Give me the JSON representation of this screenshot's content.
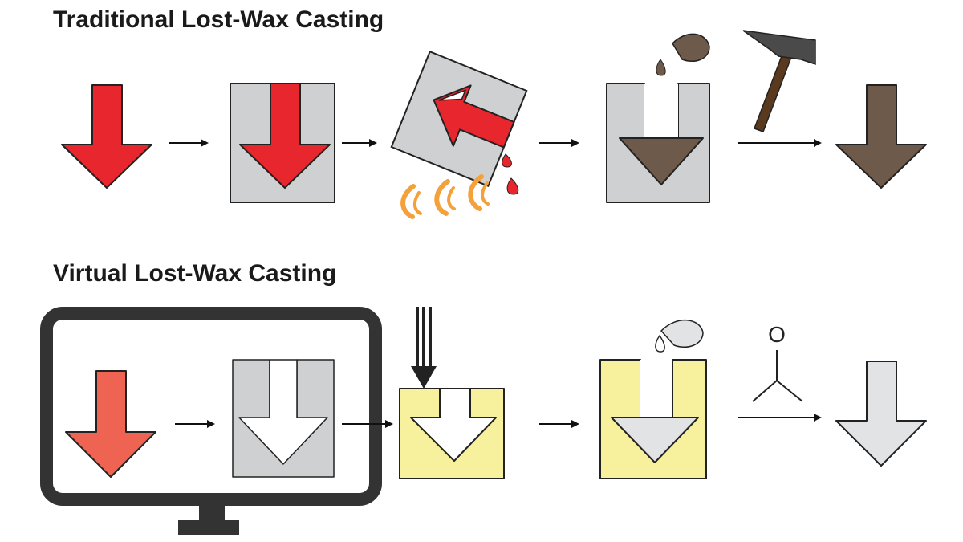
{
  "sections": {
    "traditional": {
      "title": "Traditional Lost-Wax Casting"
    },
    "virtual": {
      "title": "Virtual Lost-Wax Casting"
    }
  },
  "chemistry": {
    "carbonyl_atom": "O"
  },
  "colors": {
    "wax_red": "#e8262d",
    "virtual_wax": "#ee6352",
    "mold_gray": "#cfd0d2",
    "metal_brown": "#6e5a4a",
    "resin_yellow": "#f7f09c",
    "product_gray": "#e2e3e5",
    "flame_orange": "#f4a13b",
    "monitor_dark": "#333333",
    "hammer_handle": "#5a3a1e",
    "hammer_head": "#4a4a4a"
  }
}
